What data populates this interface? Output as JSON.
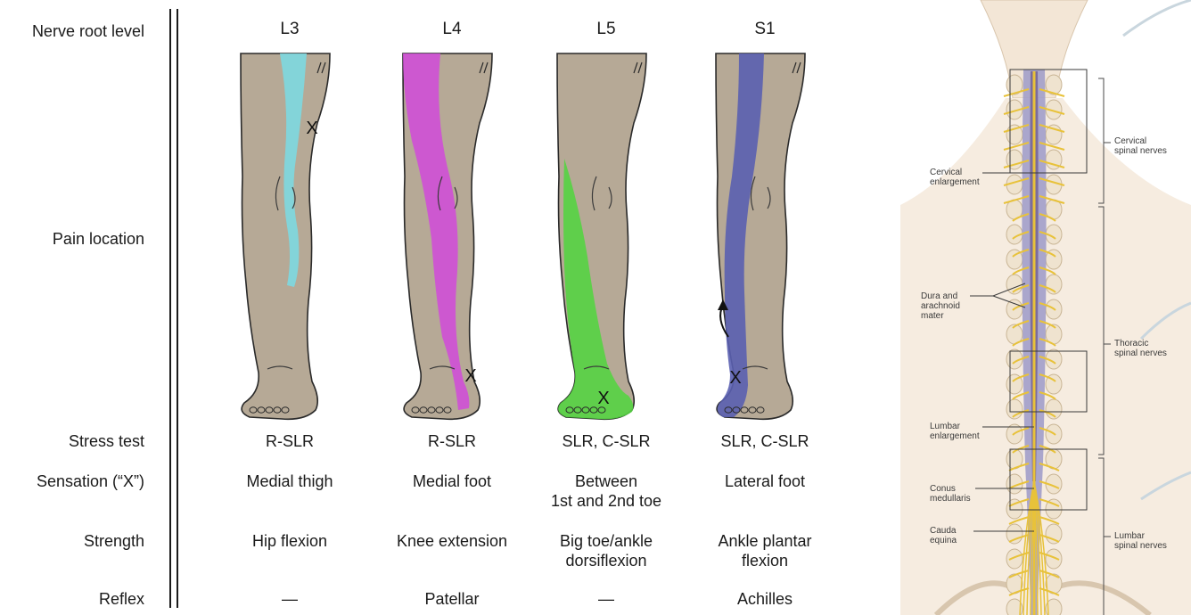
{
  "row_labels": {
    "nerve_root_level": "Nerve root level",
    "pain_location": "Pain location",
    "stress_test": "Stress test",
    "sensation": "Sensation (“X”)",
    "strength": "Strength",
    "reflex": "Reflex"
  },
  "columns": [
    {
      "level": "L3",
      "stress_test": "R-SLR",
      "sensation": [
        "Medial thigh"
      ],
      "strength": [
        "Hip flexion"
      ],
      "reflex": "—",
      "pain_color": "#7dd8e0"
    },
    {
      "level": "L4",
      "stress_test": "R-SLR",
      "sensation": [
        "Medial foot"
      ],
      "strength": [
        "Knee extension"
      ],
      "reflex": "Patellar",
      "pain_color": "#cf4fd6"
    },
    {
      "level": "L5",
      "stress_test": "SLR, C-SLR",
      "sensation": [
        "Between",
        "1st and 2nd toe"
      ],
      "strength": [
        "Big toe/ankle",
        "dorsiflexion"
      ],
      "reflex": "—",
      "pain_color": "#55d343"
    },
    {
      "level": "S1",
      "stress_test": "SLR, C-SLR",
      "sensation": [
        "Lateral foot"
      ],
      "strength": [
        "Ankle plantar",
        "flexion"
      ],
      "reflex": "Achilles",
      "pain_color": "#5a5fb0"
    }
  ],
  "x_mark": "X",
  "leg_color": "#b6a996",
  "spine": {
    "left_labels": [
      [
        "Cervical",
        "enlargement"
      ],
      [
        "Dura and",
        "arachnoid",
        "mater"
      ],
      [
        "Lumbar",
        "enlargement"
      ],
      [
        "Conus",
        "medullaris"
      ],
      [
        "Cauda",
        "equina"
      ]
    ],
    "right_labels": [
      [
        "Cervical",
        "spinal nerves"
      ],
      [
        "Thoracic",
        "spinal nerves"
      ],
      [
        "Lumbar",
        "spinal nerves"
      ]
    ],
    "nerve_color": "#e8c23a",
    "dura_color": "#9c9ac8",
    "bone_color": "#efe3cf"
  }
}
